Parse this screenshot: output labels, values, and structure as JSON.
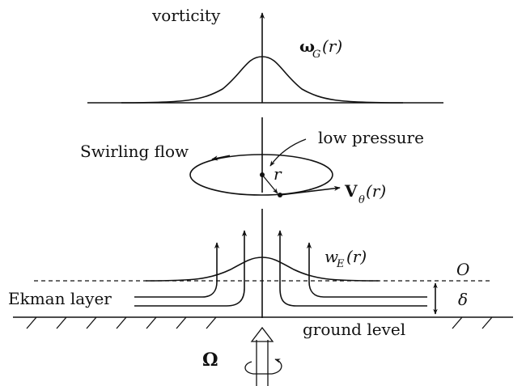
{
  "labels": {
    "vorticity": "vorticity",
    "omega_g_main": "ω",
    "omega_g_sub": "G",
    "omega_g_arg": "(r)",
    "low_pressure": "low pressure",
    "swirling_flow": "Swirling flow",
    "r": "r",
    "v_theta_main": "V",
    "v_theta_sub": "θ",
    "v_theta_arg": "(r)",
    "w_e_main": "w",
    "w_e_sub": "E",
    "w_e_arg": "(r)",
    "origin": "O",
    "delta": "δ",
    "ekman_layer": "Ekman layer",
    "ground_level": "ground level",
    "omega_big": "Ω"
  }
}
